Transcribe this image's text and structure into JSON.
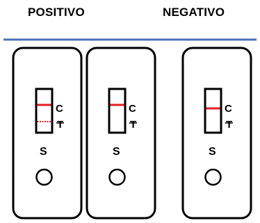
{
  "headings": {
    "positive": "POSITIVO",
    "negative": "NEGATIVO"
  },
  "labels": {
    "control": "C",
    "test": "T",
    "sample": "S"
  },
  "colors": {
    "divider": "#4a72b8",
    "line": "#e41f26",
    "outline": "#000000"
  }
}
